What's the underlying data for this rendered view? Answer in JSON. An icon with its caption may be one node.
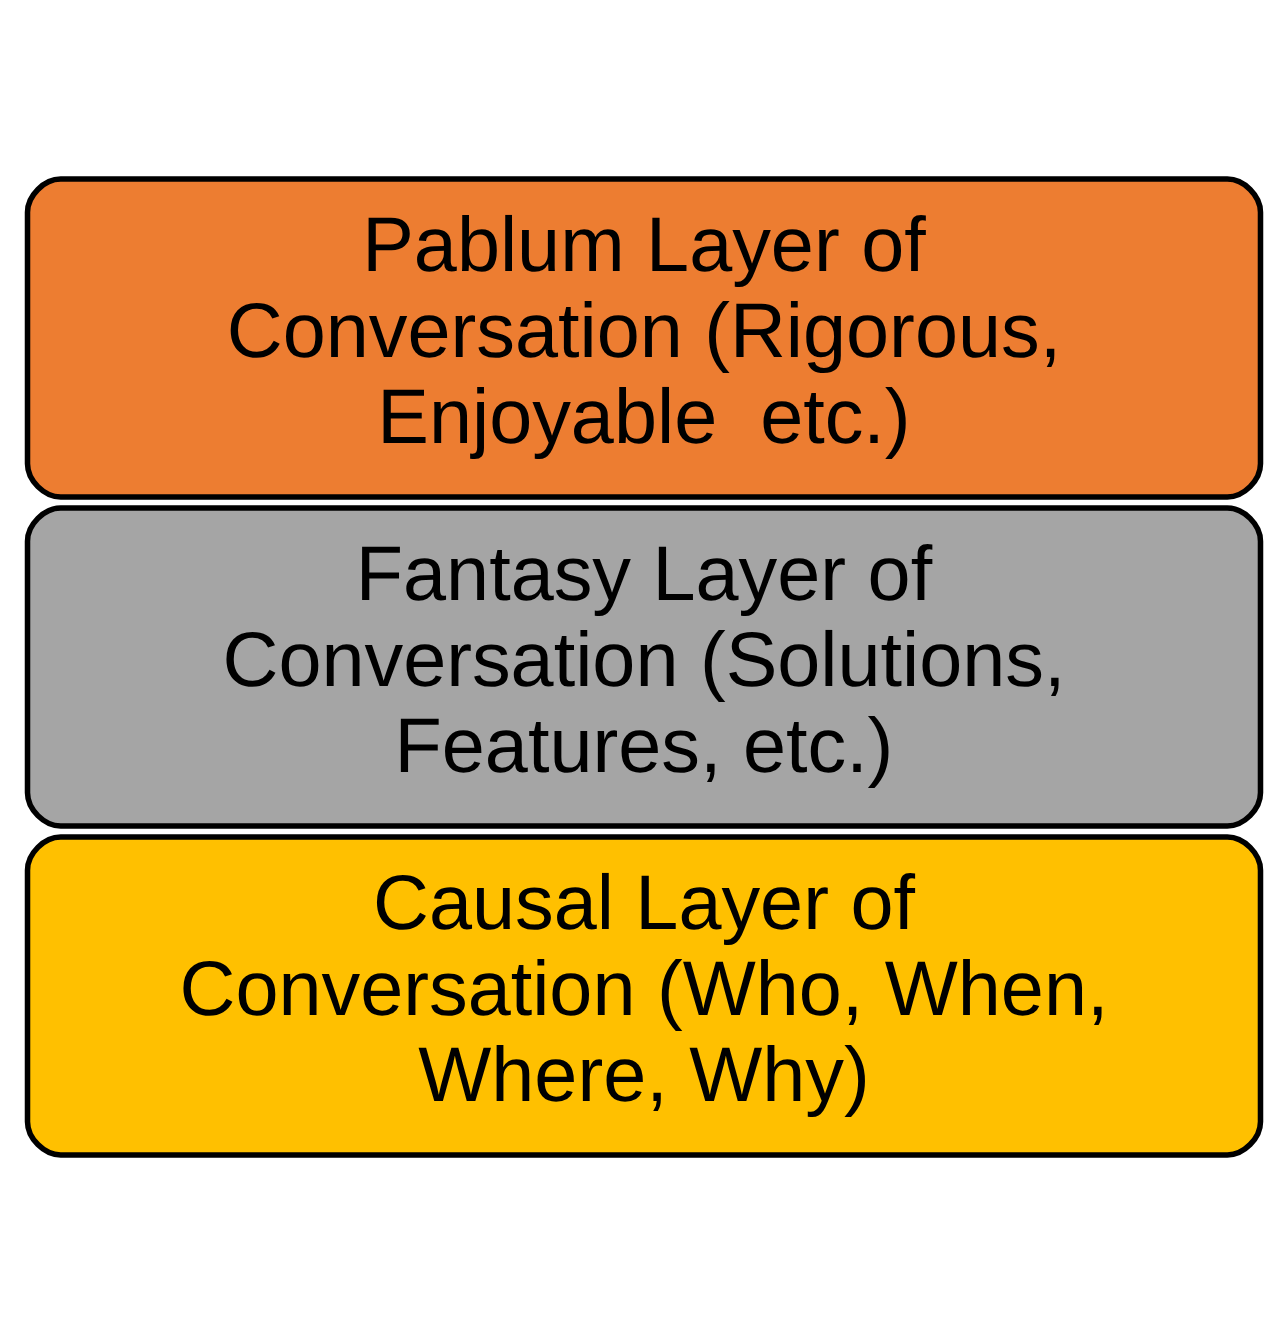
{
  "diagram": {
    "nodes": [
      {
        "text": [
          "Pablum Layer of Conversation (Rigorous, Enjoyable  etc.)"
        ]
      },
      {
        "text": [
          "Fantasy Layer of Conversation (Solutions, Features, etc.)"
        ]
      },
      {
        "text": [
          "Causal Layer of Conversation (Who, When, Where, Why)"
        ]
      }
    ]
  }
}
